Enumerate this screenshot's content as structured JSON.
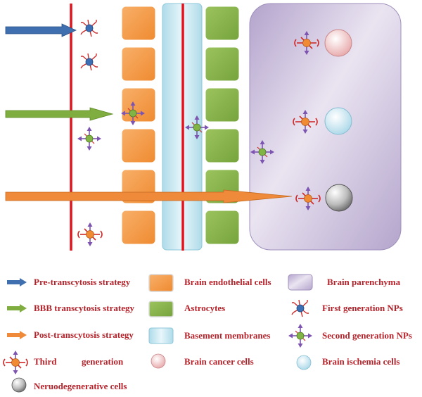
{
  "legend": {
    "pre_transcytosis": "Pre-transcytosis strategy",
    "bbb_transcytosis": "BBB transcytosis strategy",
    "post_transcytosis": "Post-transcytosis strategy",
    "third_generation_a": "Third",
    "third_generation_b": "generation",
    "neurodegenerative": "Neruodegenerative cells",
    "endothelial": "Brain endothelial cells",
    "astrocytes": "Astrocytes",
    "basement": "Basement membranes",
    "cancer": "Brain cancer cells",
    "parenchyma": "Brain parenchyma",
    "first_gen": "First generation NPs",
    "second_gen": "Second generation NPs",
    "ischemia": "Brain ischemia cells"
  },
  "colors": {
    "label_text": "#b5222a",
    "blood_vessel_line": "#e0141c",
    "pre_arrow": "#3f6fae",
    "bbb_arrow": "#7fad3f",
    "post_arrow": "#ee8a3a",
    "endothelial_cell": "#f4963f",
    "astrocyte": "#86b24a",
    "basement_membrane": "#c9e6ef",
    "parenchyma": "#c9bddb",
    "cancer_cell": "#f2c9c9",
    "ischemia_cell": "#cfe9f2",
    "neurodegenerative_cell": "#c8c8c8"
  },
  "icons": {
    "first_generation_np": "np-spiky-blue-icon",
    "second_generation_np": "np-arrows-green-icon",
    "third_generation_np": "np-ligand-orange-icon"
  }
}
